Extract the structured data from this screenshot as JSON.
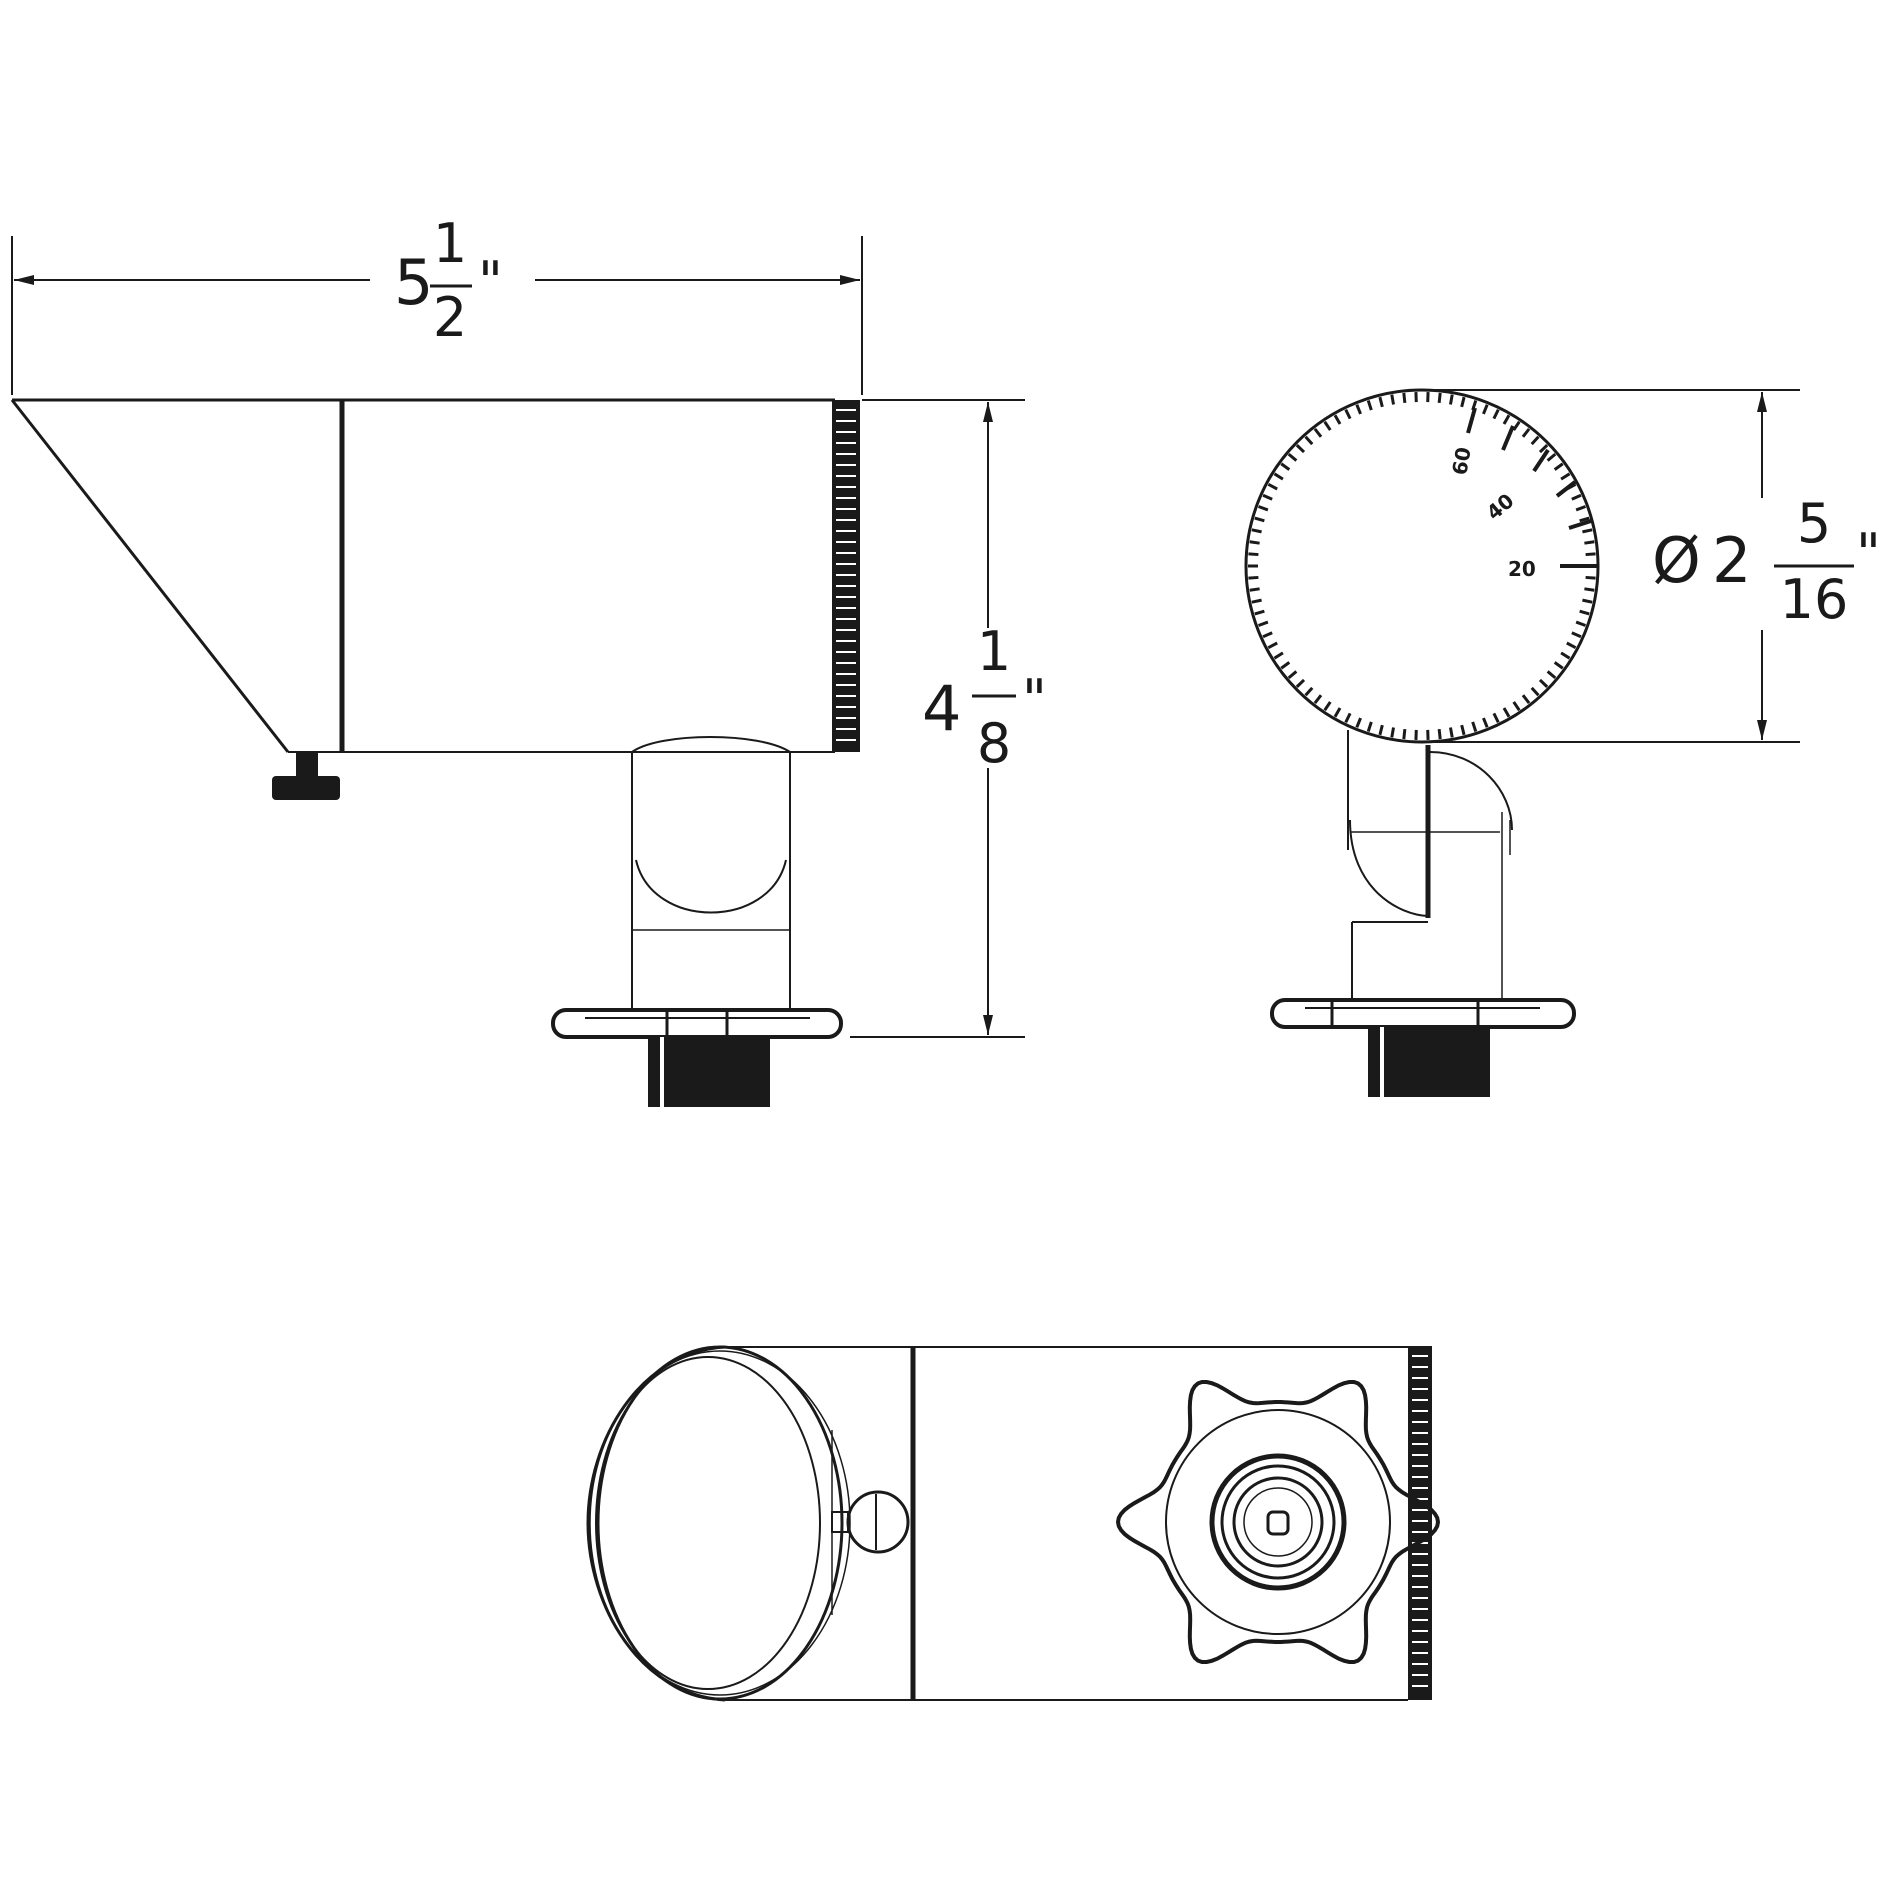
{
  "dimensions": {
    "width": {
      "whole": "5",
      "numerator": "1",
      "denominator": "2",
      "unit": "\""
    },
    "height": {
      "whole": "4",
      "numerator": "1",
      "denominator": "8",
      "unit": "\""
    },
    "diameter": {
      "symbol": "Ø",
      "whole": "2",
      "numerator": "5",
      "denominator": "16",
      "unit": "\""
    }
  },
  "dial": {
    "marks": [
      "60",
      "40",
      "20"
    ]
  },
  "colors": {
    "line": "#1a1a1a",
    "background": "#ffffff"
  }
}
